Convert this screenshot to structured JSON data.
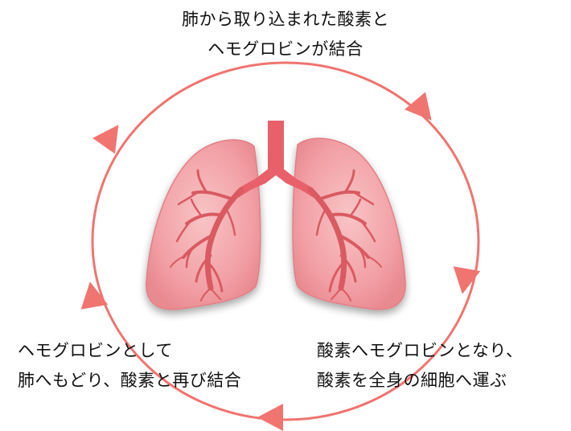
{
  "top_label": {
    "line1": "肺から取り込まれた酸素と",
    "line2": "ヘモグロビンが結合"
  },
  "left_label": {
    "line1": "ヘモグロビンとして",
    "line2": "肺へもどり、酸素と再び結合"
  },
  "right_label": {
    "line1": "酸素へモグロビンとなり、",
    "line2": "酸素を全身の細胞へ運ぶ"
  },
  "colors": {
    "cycle": "#f07470",
    "lung_fill": "#f3a2a6",
    "lung_edge": "#e27f86",
    "airway": "#d95a62",
    "trachea": "#e8606a"
  },
  "icons": [
    "cycle-arrow-icon",
    "lungs-icon"
  ]
}
